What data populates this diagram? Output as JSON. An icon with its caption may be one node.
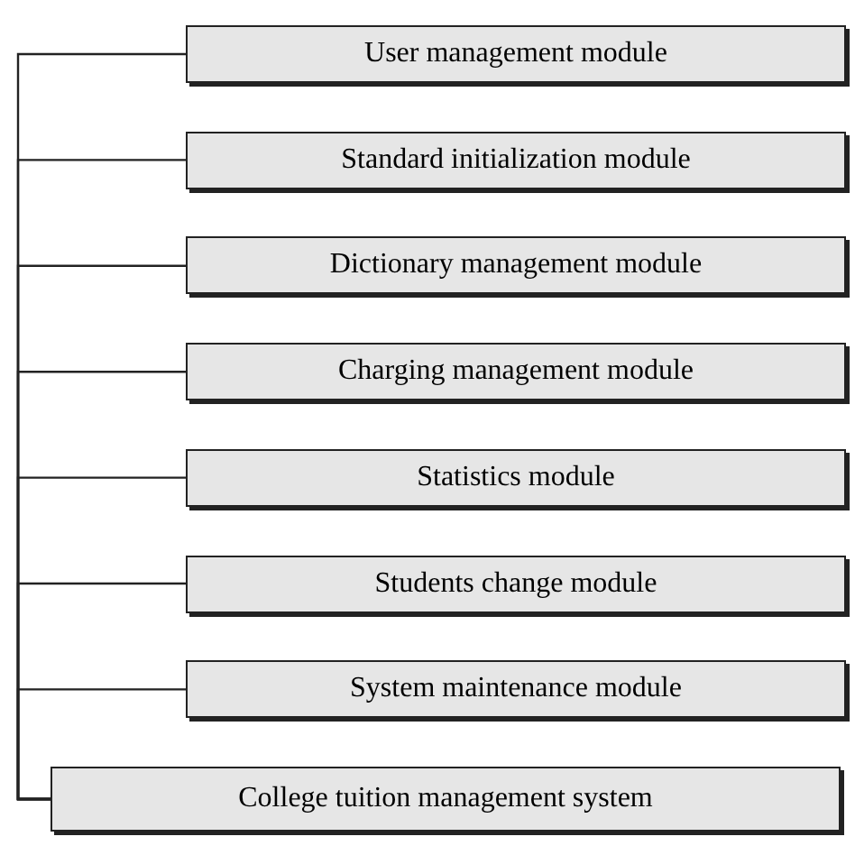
{
  "diagram": {
    "nodes": [
      {
        "text": [
          "User management module"
        ]
      },
      {
        "text": [
          "Standard initialization module"
        ]
      },
      {
        "text": [
          "Dictionary management module"
        ]
      },
      {
        "text": [
          "Charging management module"
        ]
      },
      {
        "text": [
          "Statistics module"
        ]
      },
      {
        "text": [
          "Students change module"
        ]
      },
      {
        "text": [
          "System maintenance module"
        ]
      },
      {
        "text": [
          "College tuition management system"
        ]
      }
    ],
    "edges": [
      {
        "from": 7,
        "to": 0,
        "arrow": "none"
      },
      {
        "from": 7,
        "to": 1,
        "arrow": "none"
      },
      {
        "from": 7,
        "to": 2,
        "arrow": "none"
      },
      {
        "from": 7,
        "to": 3,
        "arrow": "none"
      },
      {
        "from": 7,
        "to": 4,
        "arrow": "none"
      },
      {
        "from": 7,
        "to": 5,
        "arrow": "none"
      },
      {
        "from": 7,
        "to": 6,
        "arrow": "none"
      }
    ]
  }
}
